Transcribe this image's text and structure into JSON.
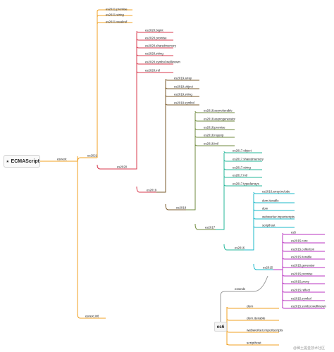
{
  "root": {
    "label": "ECMAScript",
    "icon": "bookmark-icon"
  },
  "watermark": "@稀土掘金技术社区",
  "colors": {
    "esnext": "#f0a020",
    "es2021": "#f0a020",
    "es2020": "#d83a4e",
    "es2019": "#7a5a2a",
    "es2018": "#6f8a3c",
    "es2017": "#25b79a",
    "es2016": "#1bb8c9",
    "es2015": "#b833c0",
    "es6": "#f0a020"
  },
  "nodes": {
    "esnext": "esnext",
    "esnext_intl": "esnext.intl",
    "es2021": "es2021",
    "es2021_promise": "es2021.promise",
    "es2021_string": "es2021.string",
    "es2021_weakref": "es2021.weakref",
    "es2020": "es2020",
    "es2020_children": [
      "es2020.bigint",
      "es2020.promise",
      "es2020.sharedmemory",
      "es2020.string",
      "es2020.symbol.wellknown",
      "es2020.intl"
    ],
    "es2019": "es2019",
    "es2019_children": [
      "es2019.array",
      "es2019.object",
      "es2019.string",
      "es2019.symbol"
    ],
    "es2018": "es2018",
    "es2018_children": [
      "es2018.asynciterable",
      "es2018.asyncgenerator",
      "es2018.promise",
      "es2018.regexp",
      "es2018.intl"
    ],
    "es2017": "es2017",
    "es2017_children": [
      "es2017.object",
      "es2017.sharedmemory",
      "es2017.string",
      "es2017.intl",
      "es2017.typedarrays"
    ],
    "es2016": "es2016",
    "es2016_children": [
      "es2016.array.include",
      "dom.iterable",
      "dom",
      "webworker.importscripts",
      "scripthost"
    ],
    "es2015": "es2015",
    "es2015_children": [
      "es5",
      "es2015.core",
      "es2015.collection",
      "es2015.iterable",
      "es2015.generator",
      "es2015.promise",
      "es2015.proxy",
      "es2015.reflect",
      "es2015.symbol",
      "es2015.symbol.wellknown"
    ],
    "extends_label": "extends",
    "es6": "es6",
    "es6_children": [
      "dom",
      "dom.iterable",
      "webworker.importscripts",
      "scripthost"
    ]
  }
}
